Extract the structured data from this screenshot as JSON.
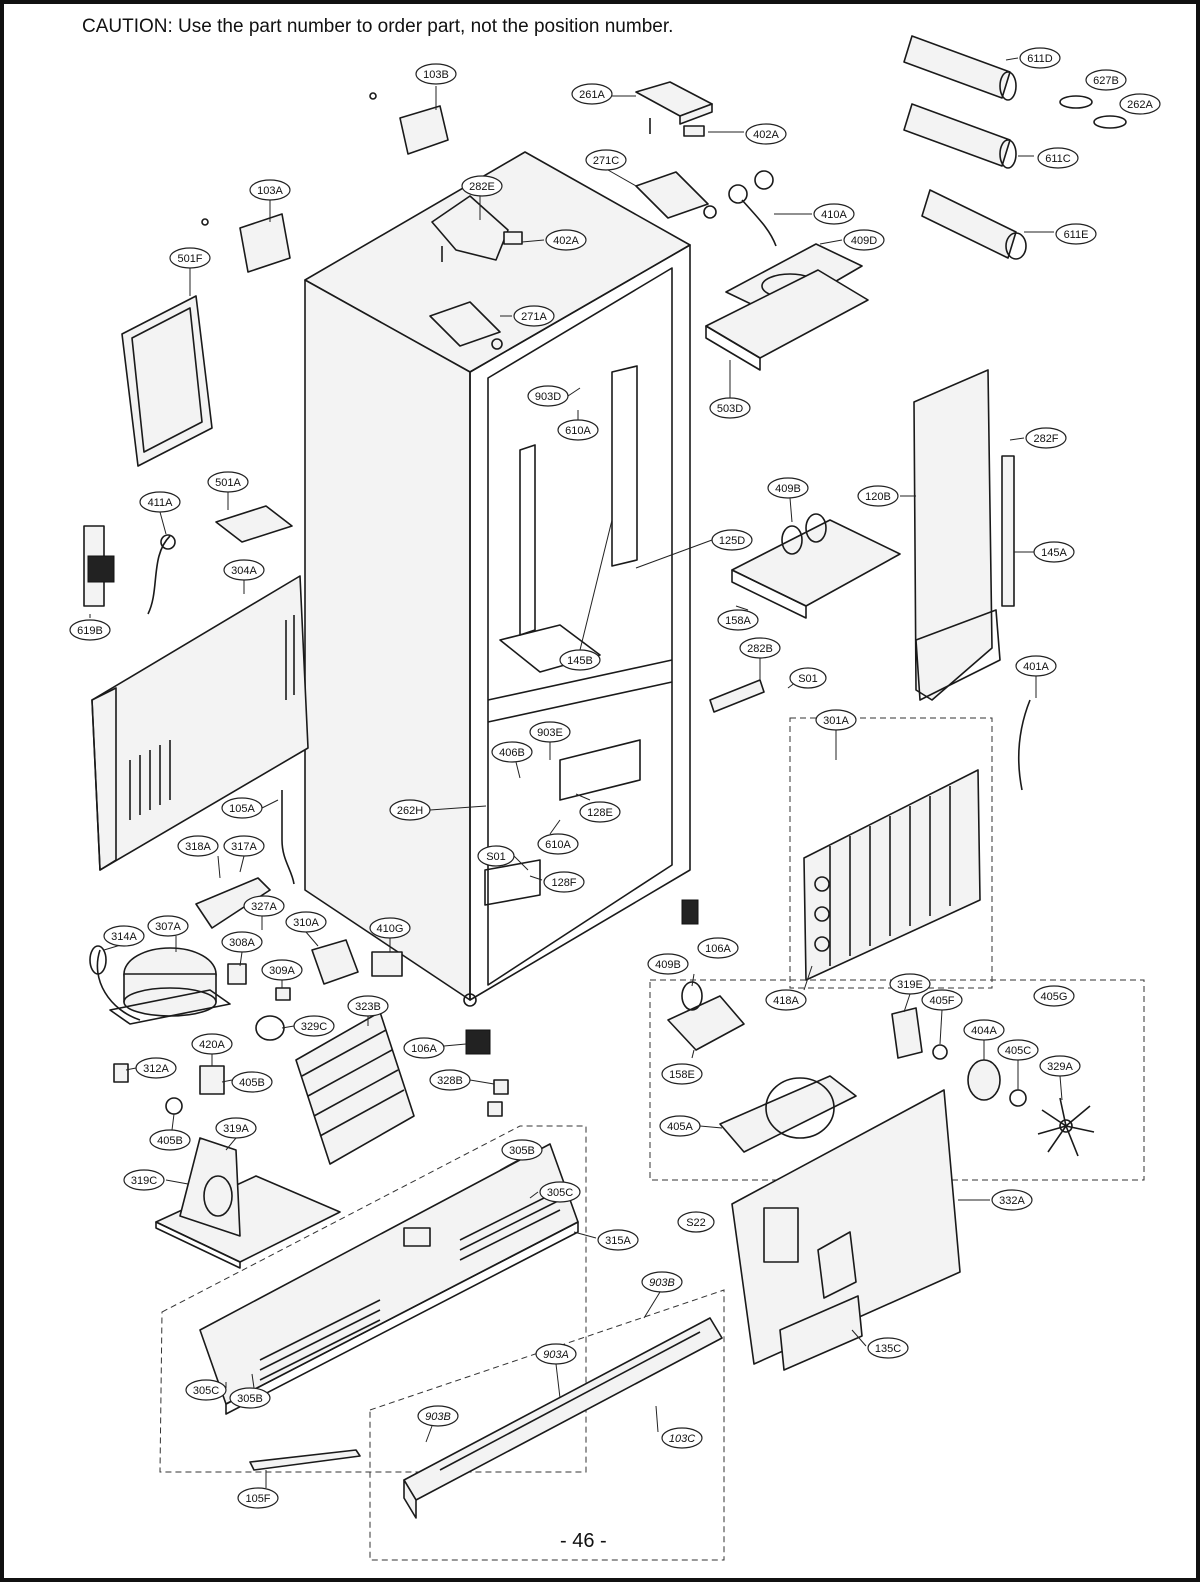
{
  "caution": "CAUTION: Use the part number to order part, not the position number.",
  "page_number": "- 46 -",
  "labels": {
    "l103B": "103B",
    "l261A": "261A",
    "l402A_top": "402A",
    "l611D": "611D",
    "l627B": "627B",
    "l262A": "262A",
    "l611C": "611C",
    "l271C": "271C",
    "l410A": "410A",
    "l103A": "103A",
    "l282E": "282E",
    "l402A_mid": "402A",
    "l611E": "611E",
    "l409D": "409D",
    "l501F": "501F",
    "l271A": "271A",
    "l503D": "503D",
    "l903D": "903D",
    "l610A_top": "610A",
    "l282F": "282F",
    "l501A": "501A",
    "l411A": "411A",
    "l409B_top": "409B",
    "l120B": "120B",
    "l125D": "125D",
    "l145A": "145A",
    "l304A": "304A",
    "l158A": "158A",
    "l619B": "619B",
    "l145B": "145B",
    "l282B": "282B",
    "lS01_right": "S01",
    "l401A": "401A",
    "l301A": "301A",
    "l903E": "903E",
    "l406B": "406B",
    "l262H": "262H",
    "l105A": "105A",
    "l128E": "128E",
    "l610A_low": "610A",
    "l318A": "318A",
    "l317A": "317A",
    "lS01_low": "S01",
    "l128F": "128F",
    "l327A": "327A",
    "l307A": "307A",
    "l310A": "310A",
    "l410G": "410G",
    "l314A": "314A",
    "l308A": "308A",
    "l106A_right": "106A",
    "l409B_low": "409B",
    "l309A": "309A",
    "l323B": "323B",
    "l418A": "418A",
    "l319E": "319E",
    "l405F": "405F",
    "l405G": "405G",
    "l329C": "329C",
    "l420A": "420A",
    "l106A_low": "106A",
    "l404A": "404A",
    "l405C_right": "405C",
    "l312A": "312A",
    "l405B_mid": "405B",
    "l328B": "328B",
    "l158E": "158E",
    "l329A": "329A",
    "l405B_low": "405B",
    "l319A": "319A",
    "l405A": "405A",
    "l305B_top": "305B",
    "l319C": "319C",
    "l305C_top": "305C",
    "l332A": "332A",
    "lS22": "S22",
    "l315A": "315A",
    "l903B_top": "903B",
    "l135C": "135C",
    "l903A": "903A",
    "l305C_low": "305C",
    "l305B_low": "305B",
    "l903B_low": "903B",
    "l103C": "103C",
    "l105F": "105F"
  }
}
